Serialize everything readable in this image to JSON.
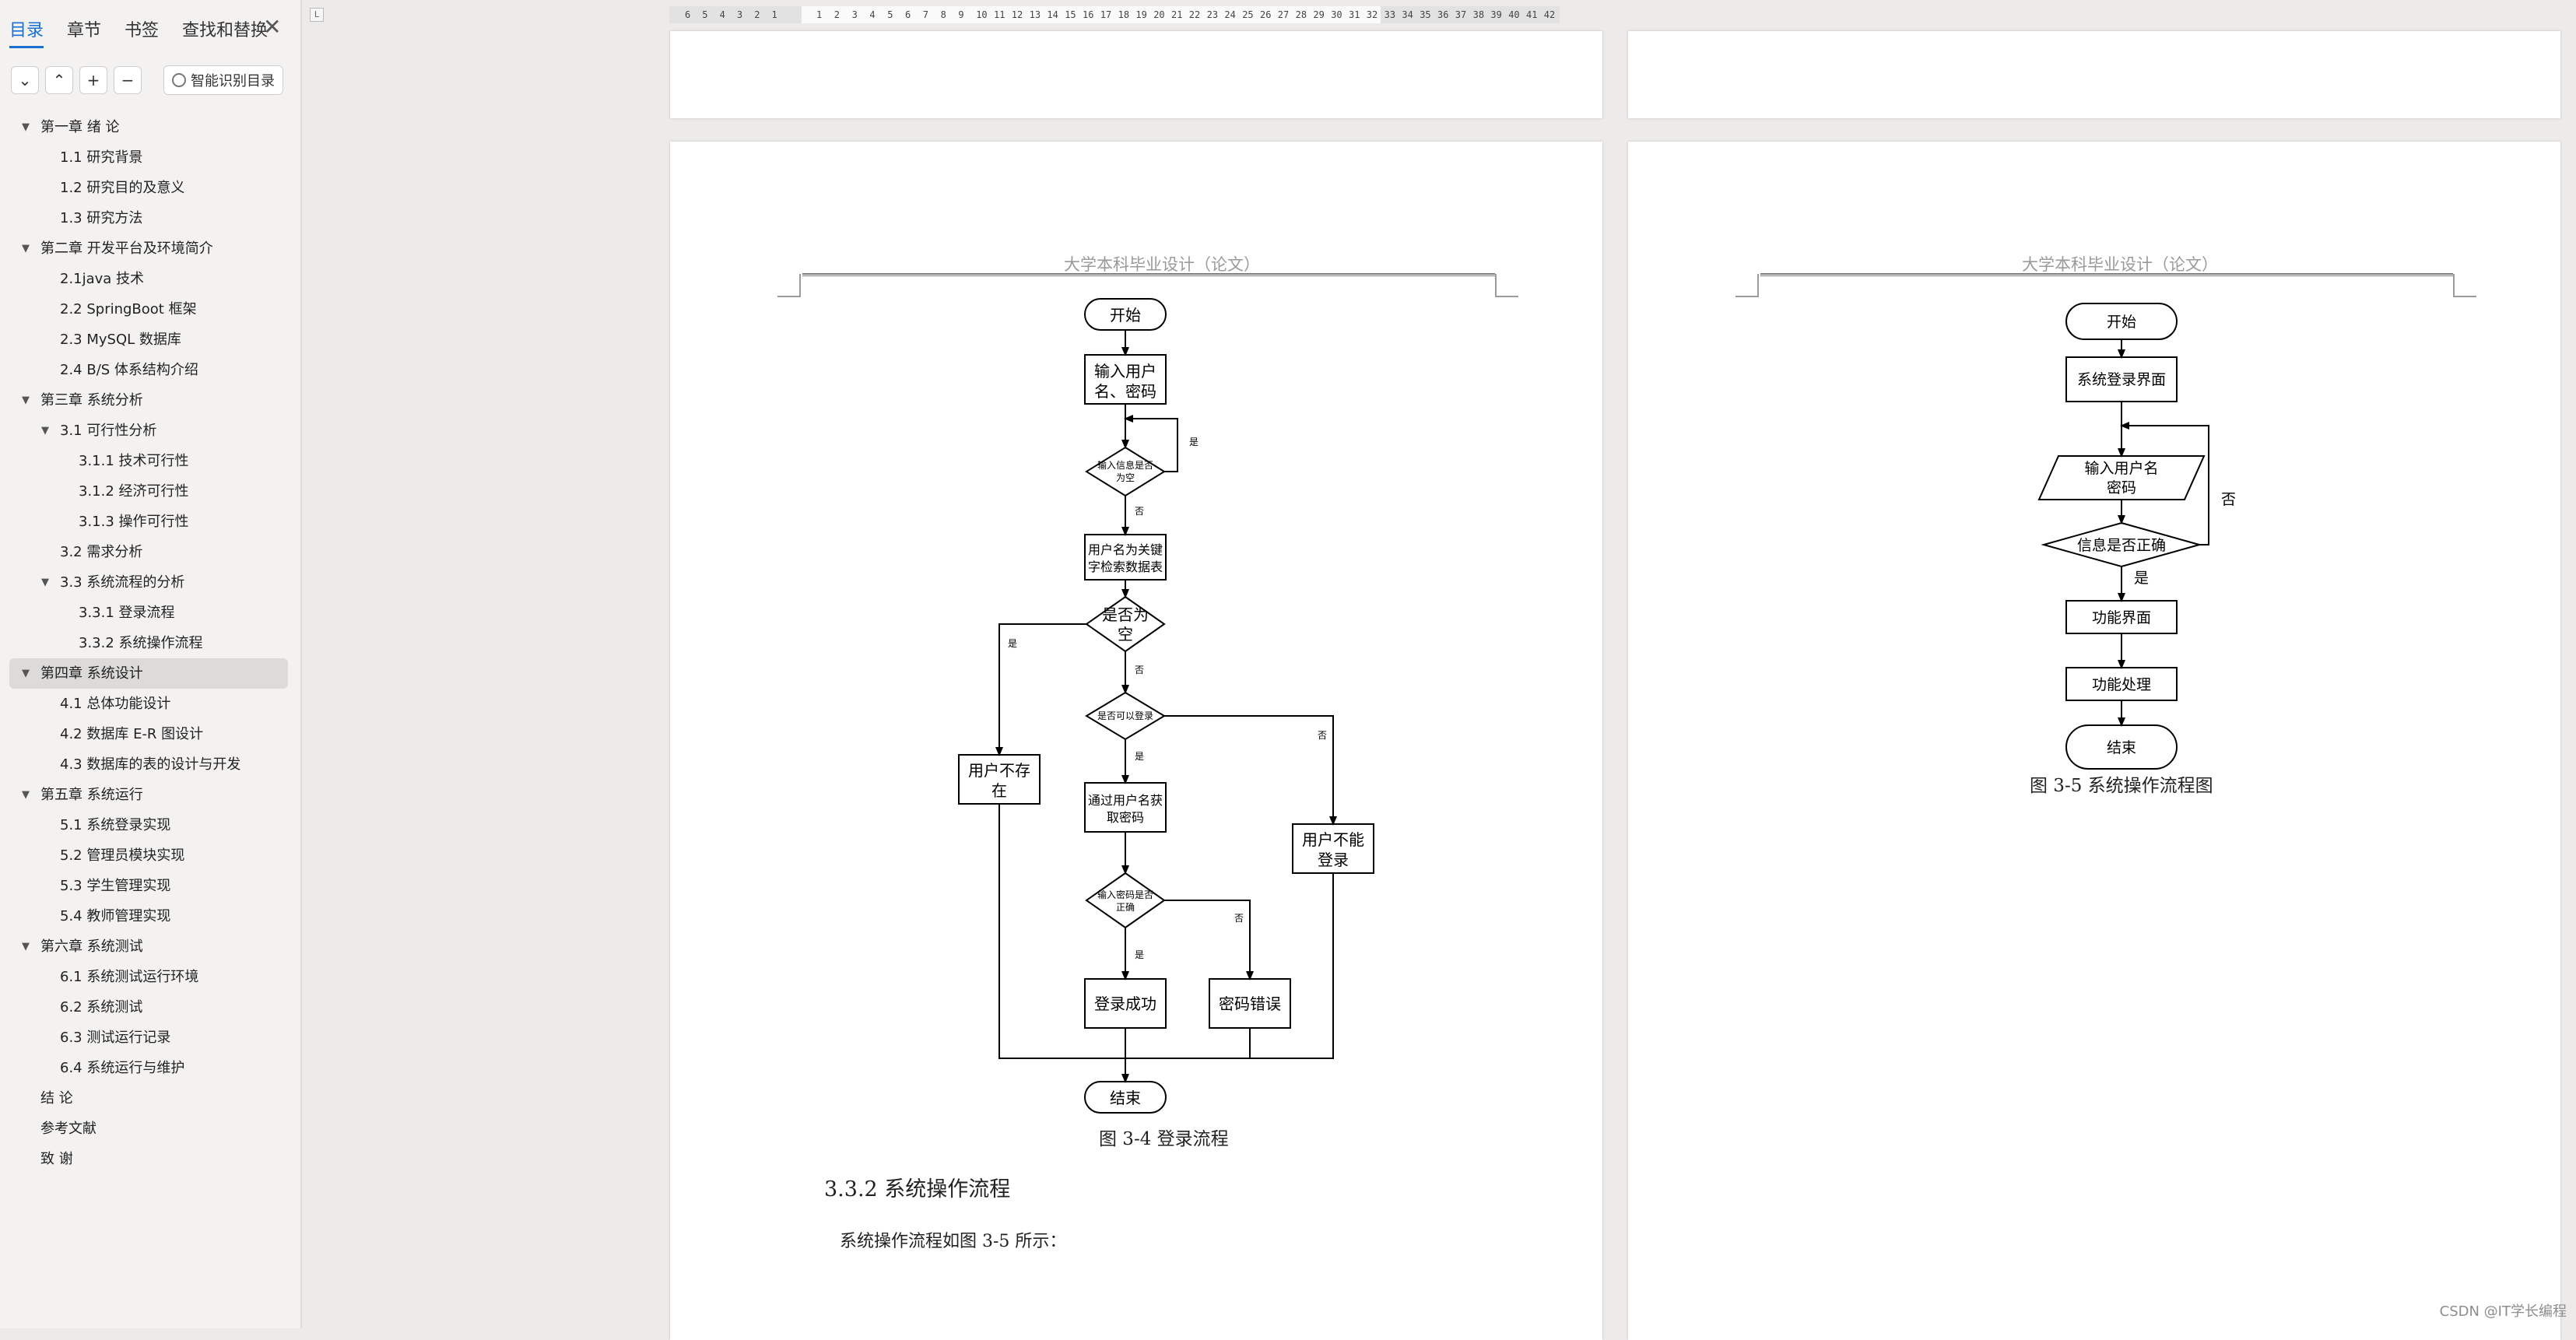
{
  "sidebar": {
    "tabs": [
      "目录",
      "章节",
      "书签",
      "查找和替换"
    ],
    "close_icon": "close-icon",
    "toolbar_icons": [
      "chevron-down-icon",
      "chevron-up-icon",
      "plus-icon",
      "minus-icon"
    ],
    "toolbar_glyphs": [
      "⌄",
      "⌃",
      "+",
      "−"
    ],
    "smart_button": "智能识别目录",
    "toc": [
      {
        "label": "第一章 绪  论",
        "level": 0,
        "expanded": true
      },
      {
        "label": "1.1 研究背景",
        "level": 1
      },
      {
        "label": "1.2 研究目的及意义",
        "level": 1
      },
      {
        "label": "1.3 研究方法",
        "level": 1
      },
      {
        "label": "第二章 开发平台及环境简介",
        "level": 0,
        "expanded": true
      },
      {
        "label": "2.1java 技术",
        "level": 1
      },
      {
        "label": "2.2 SpringBoot 框架",
        "level": 1
      },
      {
        "label": "2.3 MySQL 数据库",
        "level": 1
      },
      {
        "label": "2.4 B/S 体系结构介绍",
        "level": 1
      },
      {
        "label": "第三章 系统分析",
        "level": 0,
        "expanded": true
      },
      {
        "label": "3.1 可行性分析",
        "level": 1,
        "expanded": true
      },
      {
        "label": "3.1.1 技术可行性",
        "level": 2
      },
      {
        "label": "3.1.2 经济可行性",
        "level": 2
      },
      {
        "label": "3.1.3 操作可行性",
        "level": 2
      },
      {
        "label": "3.2 需求分析",
        "level": 1
      },
      {
        "label": "3.3 系统流程的分析",
        "level": 1,
        "expanded": true
      },
      {
        "label": "3.3.1  登录流程",
        "level": 2
      },
      {
        "label": "3.3.2 系统操作流程",
        "level": 2
      },
      {
        "label": "第四章 系统设计",
        "level": 0,
        "expanded": true,
        "selected": true
      },
      {
        "label": "4.1 总体功能设计",
        "level": 1
      },
      {
        "label": "4.2  数据库 E-R 图设计",
        "level": 1
      },
      {
        "label": "4.3 数据库的表的设计与开发",
        "level": 1
      },
      {
        "label": "第五章 系统运行",
        "level": 0,
        "expanded": true
      },
      {
        "label": "5.1 系统登录实现",
        "level": 1
      },
      {
        "label": "5.2 管理员模块实现",
        "level": 1
      },
      {
        "label": "5.3 学生管理实现",
        "level": 1
      },
      {
        "label": "5.4 教师管理实现",
        "level": 1
      },
      {
        "label": "第六章 系统测试",
        "level": 0,
        "expanded": true
      },
      {
        "label": "6.1  系统测试运行环境",
        "level": 1
      },
      {
        "label": "6.2  系统测试",
        "level": 1
      },
      {
        "label": "6.3  测试运行记录",
        "level": 1
      },
      {
        "label": "6.4 系统运行与维护",
        "level": 1
      },
      {
        "label": "结  论",
        "level": 0
      },
      {
        "label": "参考文献",
        "level": 0
      },
      {
        "label": "致  谢",
        "level": 0
      }
    ]
  },
  "ruler": {
    "corner": "L",
    "left_numbers": [
      "6",
      "5",
      "4",
      "3",
      "2",
      "1"
    ],
    "right_numbers": [
      "1",
      "2",
      "3",
      "4",
      "5",
      "6",
      "7",
      "8",
      "9",
      "10",
      "11",
      "12",
      "13",
      "14",
      "15",
      "16",
      "17",
      "18",
      "19",
      "20",
      "21",
      "22",
      "23",
      "24",
      "25",
      "26",
      "27",
      "28",
      "29",
      "30",
      "31",
      "32",
      "33",
      "34",
      "35",
      "36",
      "37",
      "38",
      "39",
      "40",
      "41",
      "42"
    ]
  },
  "document": {
    "header_text": "大学本科毕业设计（论文）",
    "fig34_caption": "图 3-4  登录流程",
    "section_heading": "3.3.2 系统操作流程",
    "body_text": "系统操作流程如图 3-5 所示：",
    "fig35_caption": "图 3-5  系统操作流程图",
    "fig34": {
      "start": "开始",
      "input": [
        "输入用户",
        "名、密码"
      ],
      "check_empty": [
        "输入信息是否",
        "为空"
      ],
      "yes": "是",
      "no": "否",
      "search": [
        "用户名为关键",
        "字检索数据表"
      ],
      "is_empty": [
        "是否为",
        "空"
      ],
      "not_exist": [
        "用户不存",
        "在"
      ],
      "can_login": "是否可以登录",
      "get_pwd": [
        "通过用户名获",
        "取密码"
      ],
      "cannot_login": [
        "用户不能",
        "登录"
      ],
      "pwd_correct": [
        "输入密码是否",
        "正确"
      ],
      "success": "登录成功",
      "pwd_error": "密码错误",
      "end": "结束"
    },
    "fig35": {
      "start": "开始",
      "login_ui": "系统登录界面",
      "input": [
        "输入用户名",
        "密码"
      ],
      "info_correct": "信息是否正确",
      "no": "否",
      "yes": "是",
      "func_ui": "功能界面",
      "func_proc": "功能处理",
      "end": "结束"
    }
  },
  "watermark": "CSDN @IT学长编程"
}
